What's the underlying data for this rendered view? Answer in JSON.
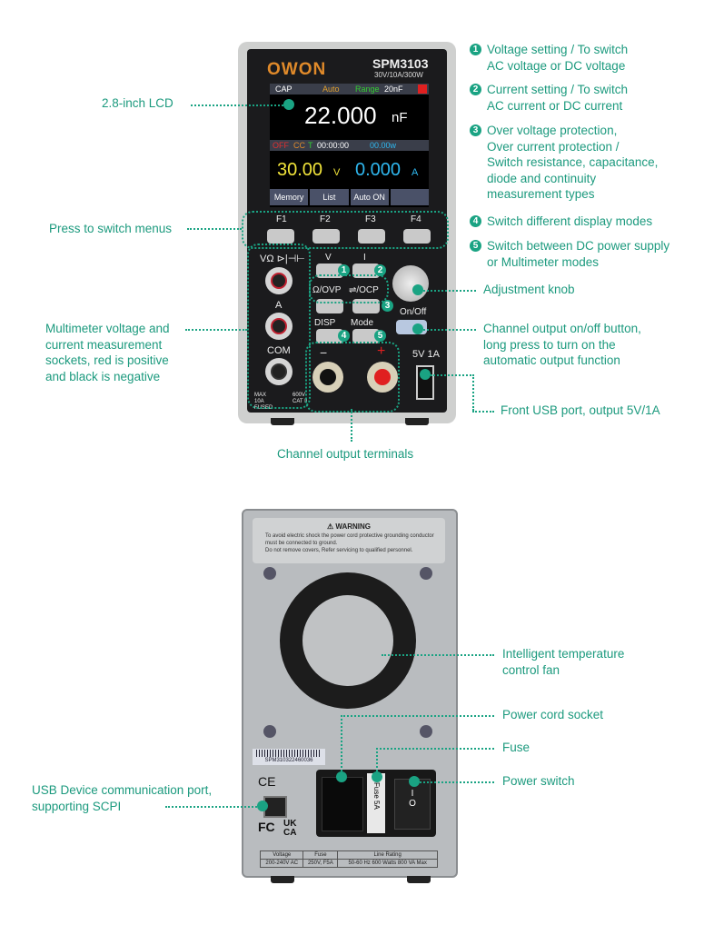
{
  "front": {
    "brand": "OWON",
    "model": "SPM3103",
    "rating": "30V/10A/300W",
    "lcd": {
      "mode": "CAP",
      "auto": "Auto",
      "range_label": "Range",
      "range_value": "20nF",
      "reading": "22.000",
      "reading_unit": "nF",
      "status_off": "OFF",
      "status_cc": "CC",
      "status_t": "T",
      "timer": "00:00:00",
      "power": "00.00w",
      "voltage": "30.00",
      "voltage_unit": "V",
      "current": "0.000",
      "current_unit": "A",
      "softkeys": [
        "Memory",
        "List",
        "Auto ON",
        ""
      ]
    },
    "fkeys": [
      "F1",
      "F2",
      "F3",
      "F4"
    ],
    "keys": {
      "v": "V",
      "i": "I",
      "ovp": "Ω/OVP",
      "ocp": "⇌/OCP",
      "disp": "DISP",
      "mode": "Mode",
      "onoff": "On/Off"
    },
    "sockets": {
      "top": "VΩ ⊳|⊣⊢",
      "a": "A",
      "com": "COM",
      "max": "MAX 10A FUSED",
      "cat": "600V CAT II"
    },
    "terminals": {
      "neg": "−",
      "pos": "+"
    },
    "usb": "5V 1A"
  },
  "front_callouts": {
    "lcd": "2.8-inch LCD",
    "menus": "Press to switch menus",
    "multimeter": [
      "Multimeter voltage and",
      "current measurement",
      "sockets, red is positive",
      "and black is negative"
    ],
    "terminals": "Channel output terminals",
    "knob": "Adjustment knob",
    "onoff": [
      "Channel output on/off button,",
      "long press to turn on the",
      "automatic output function"
    ],
    "usb": "Front USB port, output 5V/1A",
    "numbered": [
      {
        "n": "1",
        "lines": [
          "Voltage setting / To switch",
          "AC voltage or DC voltage"
        ]
      },
      {
        "n": "2",
        "lines": [
          "Current setting / To switch",
          "AC current or DC current"
        ]
      },
      {
        "n": "3",
        "lines": [
          "Over voltage protection,",
          "Over current protection /",
          "Switch resistance, capacitance,",
          "diode and continuity",
          "measurement types"
        ]
      },
      {
        "n": "4",
        "lines": [
          "Switch different display modes"
        ]
      },
      {
        "n": "5",
        "lines": [
          "Switch between DC power supply",
          "or Multimeter modes"
        ]
      }
    ]
  },
  "rear": {
    "warning_title": "WARNING",
    "warning_lines": [
      "To avoid electric shock the power cord protective grounding conductor must be connected to ground.",
      "Do not remove covers, Refer servicing to qualified personnel."
    ],
    "serial": "SPM310322460036",
    "fuse_label": "Fuse 5A",
    "marks": [
      "CE",
      "FC",
      "UK CA"
    ],
    "table": {
      "headers": [
        "Voltage",
        "Fuse",
        "Line Rating"
      ],
      "values": [
        "200-240V AC",
        "250V, F5A",
        "50-60 Hz  600 Watts  800 VA Max"
      ]
    }
  },
  "rear_callouts": {
    "fan": [
      "Intelligent temperature",
      "control fan"
    ],
    "power_cord": "Power cord socket",
    "fuse": "Fuse",
    "switch": "Power switch",
    "usb": [
      "USB Device communication port,",
      "supporting SCPI"
    ]
  },
  "colors": {
    "accent": "#1aa383",
    "lcd_yellow": "#f2e53a",
    "lcd_blue": "#2fb8f0"
  }
}
